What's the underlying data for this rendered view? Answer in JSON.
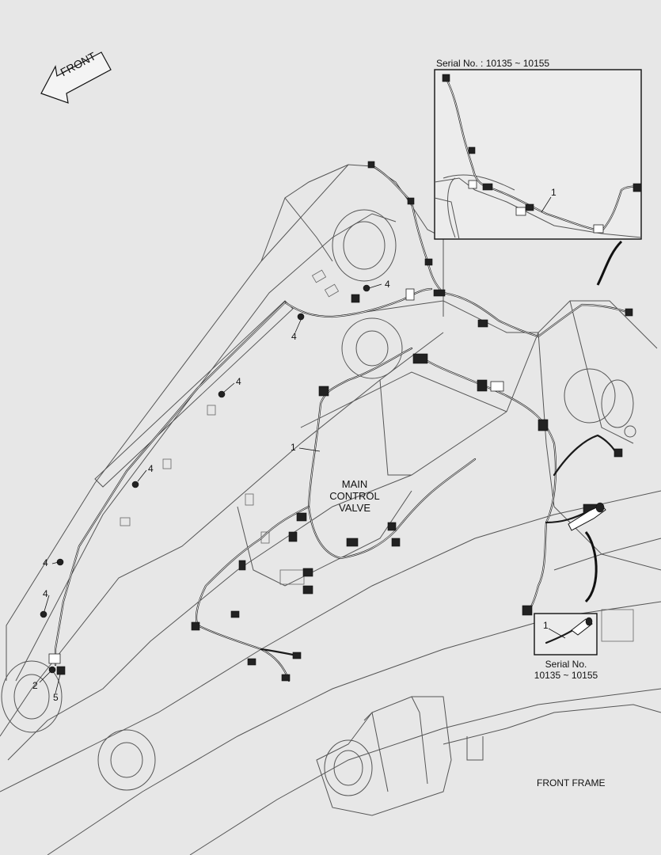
{
  "labels": {
    "front_arrow": "FRONT",
    "inset_top_serial": "Serial No. : 10135 ~ 10155",
    "inset_bottom_serial_line1": "Serial No.",
    "inset_bottom_serial_line2": "10135 ~ 10155",
    "main_control_valve_line1": "MAIN",
    "main_control_valve_line2": "CONTROL",
    "main_control_valve_line3": "VALVE",
    "front_frame": "FRONT FRAME"
  },
  "callouts": {
    "harness_main": "1",
    "inset_top_harness": "1",
    "inset_bottom_harness": "1",
    "bolt_a": "4",
    "bolt_b": "4",
    "bolt_c": "4",
    "bolt_d": "4",
    "bolt_e": "4",
    "bolt_f": "4",
    "item_2": "2",
    "item_5": "5"
  }
}
